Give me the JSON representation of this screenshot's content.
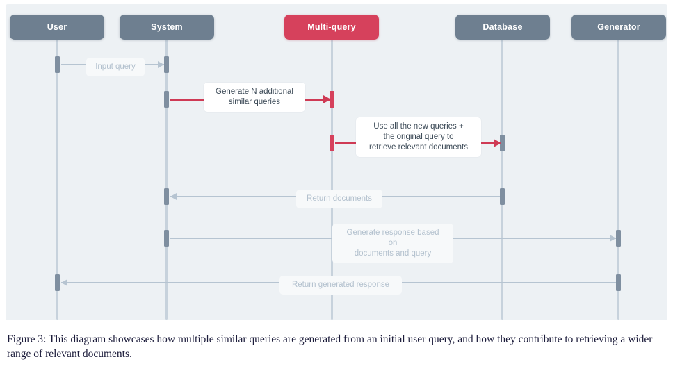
{
  "figure": {
    "caption": "Figure 3: This diagram showcases how multiple similar queries are generated from an initial user query, and how they contribute to retrieving a wider range of relevant documents."
  },
  "diagram": {
    "type": "sequence-diagram",
    "colors": {
      "panel_background": "#edf1f4",
      "participant_default": "#6e7f90",
      "participant_accent": "#d6415c",
      "lifeline": "#c7d2dc",
      "arrow_default": "#b6c4d1",
      "arrow_accent": "#cf3a54",
      "label_muted_text": "#b3c1ce",
      "label_strong_text": "#3c4a57"
    },
    "participants": [
      {
        "id": "user",
        "label": "User",
        "accent": false
      },
      {
        "id": "system",
        "label": "System",
        "accent": false
      },
      {
        "id": "multi_query",
        "label": "Multi-query",
        "accent": true
      },
      {
        "id": "database",
        "label": "Database",
        "accent": false
      },
      {
        "id": "generator",
        "label": "Generator",
        "accent": false
      }
    ],
    "messages": [
      {
        "id": "m1",
        "label": "Input query",
        "from": "user",
        "to": "system",
        "direction": "right",
        "emphasis": "muted"
      },
      {
        "id": "m2",
        "label": "Generate N additional\nsimilar queries",
        "from": "system",
        "to": "multi_query",
        "direction": "right",
        "emphasis": "strong"
      },
      {
        "id": "m3",
        "label": "Use all the new queries +\nthe original query to\nretrieve relevant documents",
        "from": "multi_query",
        "to": "database",
        "direction": "right",
        "emphasis": "strong"
      },
      {
        "id": "m4",
        "label": "Return documents",
        "from": "database",
        "to": "system",
        "direction": "left",
        "emphasis": "muted"
      },
      {
        "id": "m5",
        "label": "Generate response based on\ndocuments and query",
        "from": "system",
        "to": "generator",
        "direction": "right",
        "emphasis": "muted"
      },
      {
        "id": "m6",
        "label": "Return generated response",
        "from": "generator",
        "to": "user",
        "direction": "left",
        "emphasis": "muted"
      }
    ]
  }
}
